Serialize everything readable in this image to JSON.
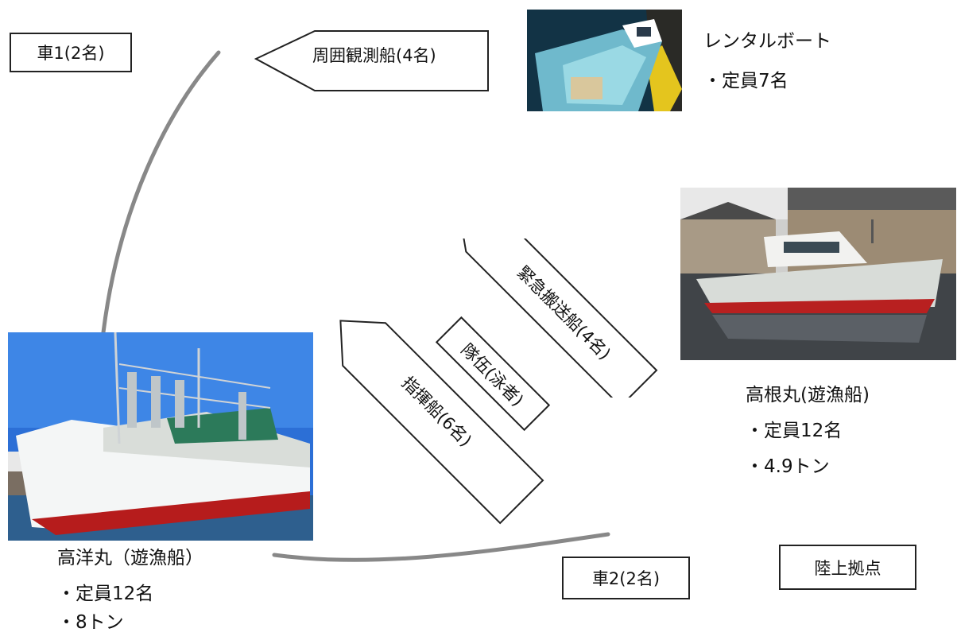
{
  "car1": "車1(2名)",
  "car2": "車2(2名)",
  "land_base": "陸上拠点",
  "patrol_boat": "周囲観測船(4名)",
  "rental_boat": {
    "name": "レンタルボート",
    "capacity": "・定員7名"
  },
  "takane": {
    "name": "高根丸(遊漁船)",
    "capacity": "・定員12名",
    "tonnage": "・4.9トン"
  },
  "koyo": {
    "name": "高洋丸（遊漁船）",
    "capacity": "・定員12名",
    "tonnage": "・8トン"
  },
  "command_boat": "指揮船(6名)",
  "swimmers": "隊伍(泳者)",
  "emergency_boat": "緊急搬送船(4名)",
  "colors": {
    "route_line": "#888888",
    "border": "#222222"
  }
}
